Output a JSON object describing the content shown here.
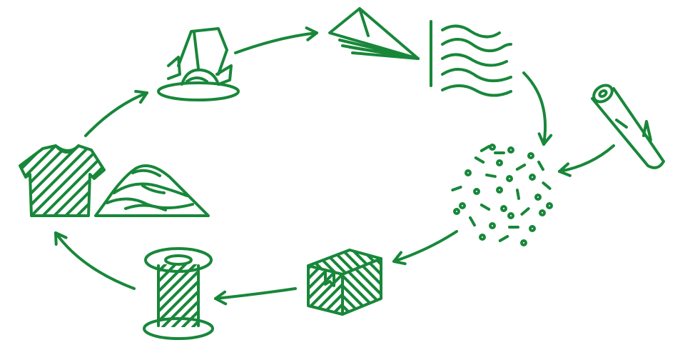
{
  "diagram": {
    "colors": {
      "stroke": "#18873a",
      "background": "#ffffff"
    },
    "nodes": [
      {
        "id": "paper-pulp",
        "icon": "pulp-mound-icon"
      },
      {
        "id": "paper-planes",
        "icon": "paper-airplanes-icon"
      },
      {
        "id": "wavy-fibers",
        "icon": "wavy-fibers-icon"
      },
      {
        "id": "wood-log",
        "icon": "wood-log-icon"
      },
      {
        "id": "fiber-particles",
        "icon": "fiber-particles-icon"
      },
      {
        "id": "packaging-box",
        "icon": "packaging-box-icon"
      },
      {
        "id": "thread-spool",
        "icon": "thread-spool-icon"
      },
      {
        "id": "striped-tshirt",
        "icon": "tshirt-icon"
      },
      {
        "id": "fabric-pile",
        "icon": "fabric-pile-icon"
      }
    ],
    "arrows": [
      {
        "from": "paper-pulp",
        "to": "paper-planes"
      },
      {
        "from": "wavy-fibers",
        "to": "fiber-particles"
      },
      {
        "from": "wood-log",
        "to": "fiber-particles"
      },
      {
        "from": "fiber-particles",
        "to": "packaging-box"
      },
      {
        "from": "packaging-box",
        "to": "thread-spool"
      },
      {
        "from": "thread-spool",
        "to": "striped-tshirt"
      },
      {
        "from": "striped-tshirt",
        "to": "paper-pulp"
      }
    ]
  }
}
